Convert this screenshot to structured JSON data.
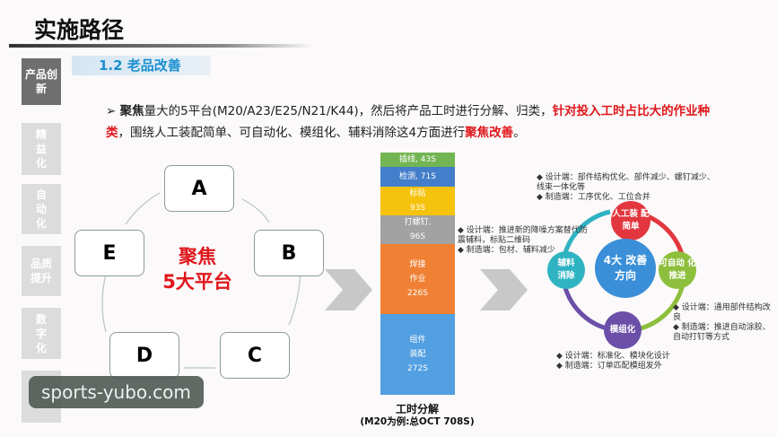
{
  "title": "实施路径",
  "sidebar": {
    "items": [
      {
        "label": "产品创新",
        "active": true
      },
      {
        "label": "精益化"
      },
      {
        "label": "自动化"
      },
      {
        "label": "品质提升"
      },
      {
        "label": "数字化"
      },
      {
        "label": ""
      }
    ]
  },
  "section": "1.2  老品改善",
  "description": {
    "p1": "聚焦",
    "p2": "量大的5平台(M20/A23/E25/N21/K44)，然后将产品工时进行分解、归类，",
    "p3": "针对投入工时占比大的作业种类",
    "p4": "，围绕人工装配简单、可自动化、模组化、辅料消除这4方面进行",
    "p5": "聚焦改善",
    "p6": "。"
  },
  "cycle": {
    "nodes": [
      "A",
      "B",
      "C",
      "D",
      "E"
    ],
    "center_line1": "聚焦",
    "center_line2": "5大平台"
  },
  "breakdown": {
    "segments": [
      {
        "label": "插线, 43S",
        "value": 43,
        "color": "#6bb24a"
      },
      {
        "label": "检测, 71S",
        "value": 71,
        "color": "#3a78c9"
      },
      {
        "label": "标贴 93S",
        "value": 93,
        "color": "#f5c000"
      },
      {
        "label": "打螺钉, 96S",
        "value": 96,
        "color": "#9e9e9e"
      },
      {
        "label": "焊接 作业 226S",
        "value": 226,
        "color": "#f07b2a"
      },
      {
        "label": "组件 装配 272S",
        "value": 272,
        "color": "#4a9be0"
      }
    ],
    "caption": "工时分解",
    "subcaption": "(M20为例:总OCT 708S)"
  },
  "directions": {
    "center": "4大 改善 方向",
    "top": "人工装 配简单",
    "right": "可自动 化推进",
    "bottom": "模组化",
    "left": "辅料 消除",
    "colors": {
      "top": "#e2373f",
      "right": "#8dbf3c",
      "bottom": "#6b4fa8",
      "left": "#2fb3c2",
      "center": "#3a8fd8"
    },
    "notes_top": [
      "设计端：部件结构优化、部件减少、螺钉减少、线束一体化等",
      "制造端：工序优化、工位合并"
    ],
    "notes_left": [
      "设计端：推进新的降噪方案替代防震辅料，标贴二维码",
      "制造端：包材、辅料减少"
    ],
    "notes_right": [
      "设计端：通用部件结构改良",
      "制造端：推进自动涂胶、自动打钉等方式"
    ],
    "notes_bottom": [
      "设计端：标准化、模块化设计",
      "制造端：订单匹配模组发外"
    ]
  },
  "watermark": "sports-yubo.com"
}
